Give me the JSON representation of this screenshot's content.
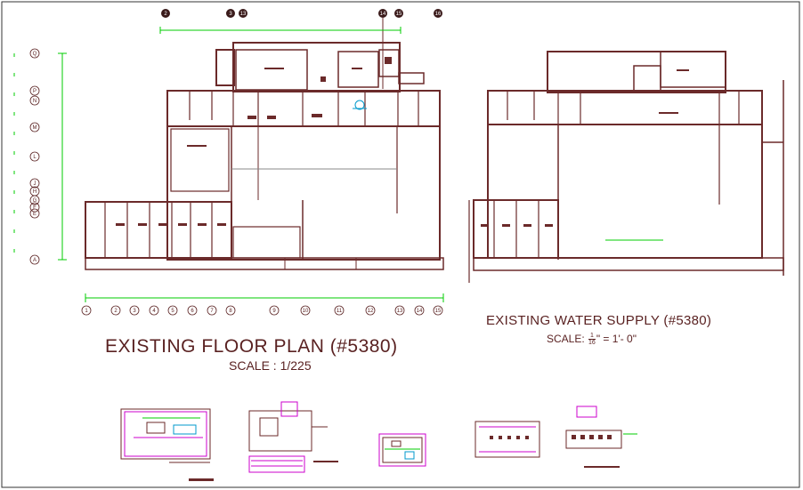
{
  "drawing": {
    "floor_plan_title": "EXISTING FLOOR PLAN (#5380)",
    "floor_plan_scale": "SCALE : 1/225",
    "water_supply_title": "EXISTING WATER SUPPLY (#5380)",
    "water_scale_prefix": "SCALE:",
    "water_scale_num": "1",
    "water_scale_den": "16",
    "water_scale_suffix": "\" = 1'- 0\""
  },
  "grid": {
    "bottom_bubbles": [
      "1",
      "2",
      "3",
      "4",
      "5",
      "6",
      "7",
      "8",
      "9",
      "10",
      "11",
      "12",
      "13",
      "14",
      "15"
    ],
    "side_bubbles": [
      "Q",
      "P",
      "N",
      "M",
      "L",
      "J",
      "H",
      "G",
      "F",
      "E",
      "A"
    ],
    "top_bubbles": [
      "2",
      "3",
      "13",
      "14",
      "15",
      "16"
    ]
  },
  "colors": {
    "wall": "#6b2a2a",
    "dimension": "#00cc00",
    "accent": "#cc00cc",
    "fixture": "#0099cc",
    "text": "#5a2222"
  }
}
